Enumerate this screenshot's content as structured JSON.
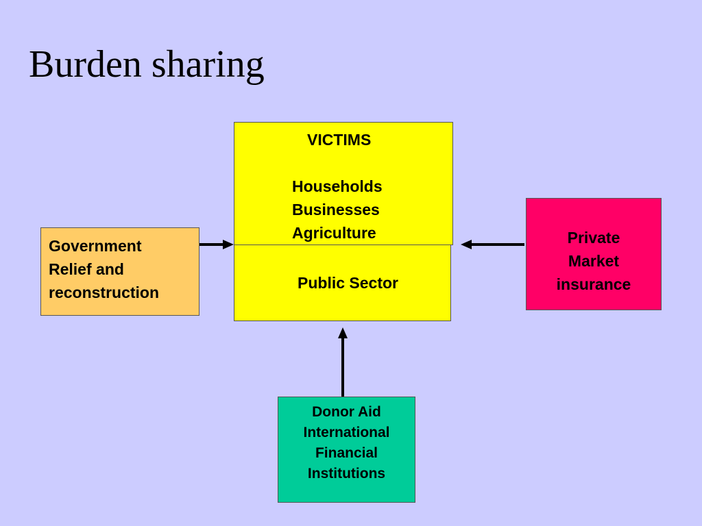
{
  "title": "Burden sharing",
  "victims": {
    "heading": "VICTIMS",
    "items": [
      "Households",
      "Businesses",
      "Agriculture"
    ]
  },
  "public_sector": {
    "label": "Public Sector"
  },
  "government": {
    "lines": [
      "Government",
      "Relief and",
      "reconstruction"
    ]
  },
  "private_insurance": {
    "lines": [
      "Private",
      "Market",
      "insurance"
    ]
  },
  "donor": {
    "lines": [
      "Donor Aid",
      "International",
      "Financial",
      "Institutions"
    ]
  },
  "colors": {
    "background": "#ccccff",
    "victims_box": "#ffff00",
    "public_box": "#ffff00",
    "government_box": "#ffcc66",
    "private_box": "#ff0066",
    "donor_box": "#00cc99"
  }
}
